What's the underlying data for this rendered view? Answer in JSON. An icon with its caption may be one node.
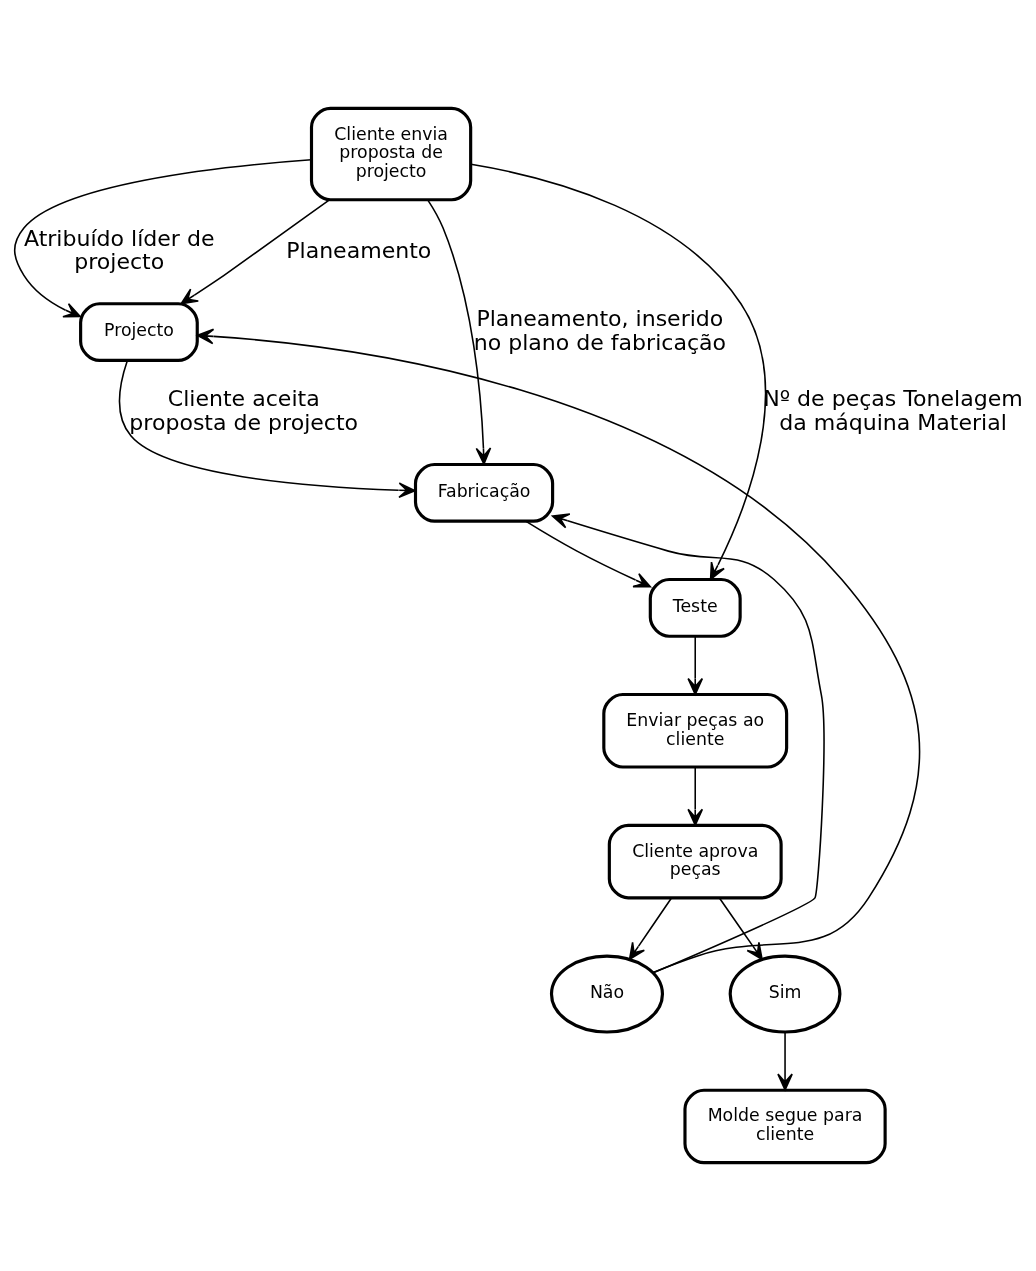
{
  "diagram": {
    "nodes": [
      {
        "text": [
          "Cliente envia proposta de projecto"
        ]
      },
      {
        "text": [
          "Projecto"
        ]
      },
      {
        "text": [
          "Fabricação"
        ]
      },
      {
        "text": [
          "Teste"
        ]
      },
      {
        "text": [
          "Enviar peças ao cliente"
        ]
      },
      {
        "text": [
          "Cliente aprova peças"
        ]
      },
      {
        "text": [
          "Não"
        ]
      },
      {
        "text": [
          "Sim"
        ]
      },
      {
        "text": [
          "Molde segue para cliente"
        ]
      }
    ],
    "edges": [
      {
        "from": 0,
        "to": 1,
        "arrow": "to",
        "label": "Atribuído líder de projecto"
      },
      {
        "from": 1,
        "to": 2,
        "arrow": "to",
        "label": "Cliente aceita proposta de projecto"
      },
      {
        "from": 2,
        "to": 3,
        "arrow": "to"
      },
      {
        "from": 3,
        "to": 4,
        "arrow": "to"
      },
      {
        "from": 4,
        "to": 5,
        "arrow": "to"
      },
      {
        "from": 5,
        "to": 6,
        "arrow": "to"
      },
      {
        "from": 5,
        "to": 7,
        "arrow": "to"
      },
      {
        "from": 7,
        "to": 8,
        "arrow": "to"
      },
      {
        "from": 6,
        "to": 1,
        "arrow": "to"
      },
      {
        "from": 6,
        "to": 2,
        "arrow": "to"
      },
      {
        "from": 0,
        "to": 1,
        "arrow": "to",
        "label": "Planeamento"
      },
      {
        "from": 0,
        "to": 2,
        "arrow": "to",
        "label": "Planeamento, inserido no plano de fabricação"
      },
      {
        "from": 0,
        "to": 3,
        "arrow": "to",
        "label": "Nº de peças Tonelagem da máquina Material"
      }
    ]
  }
}
